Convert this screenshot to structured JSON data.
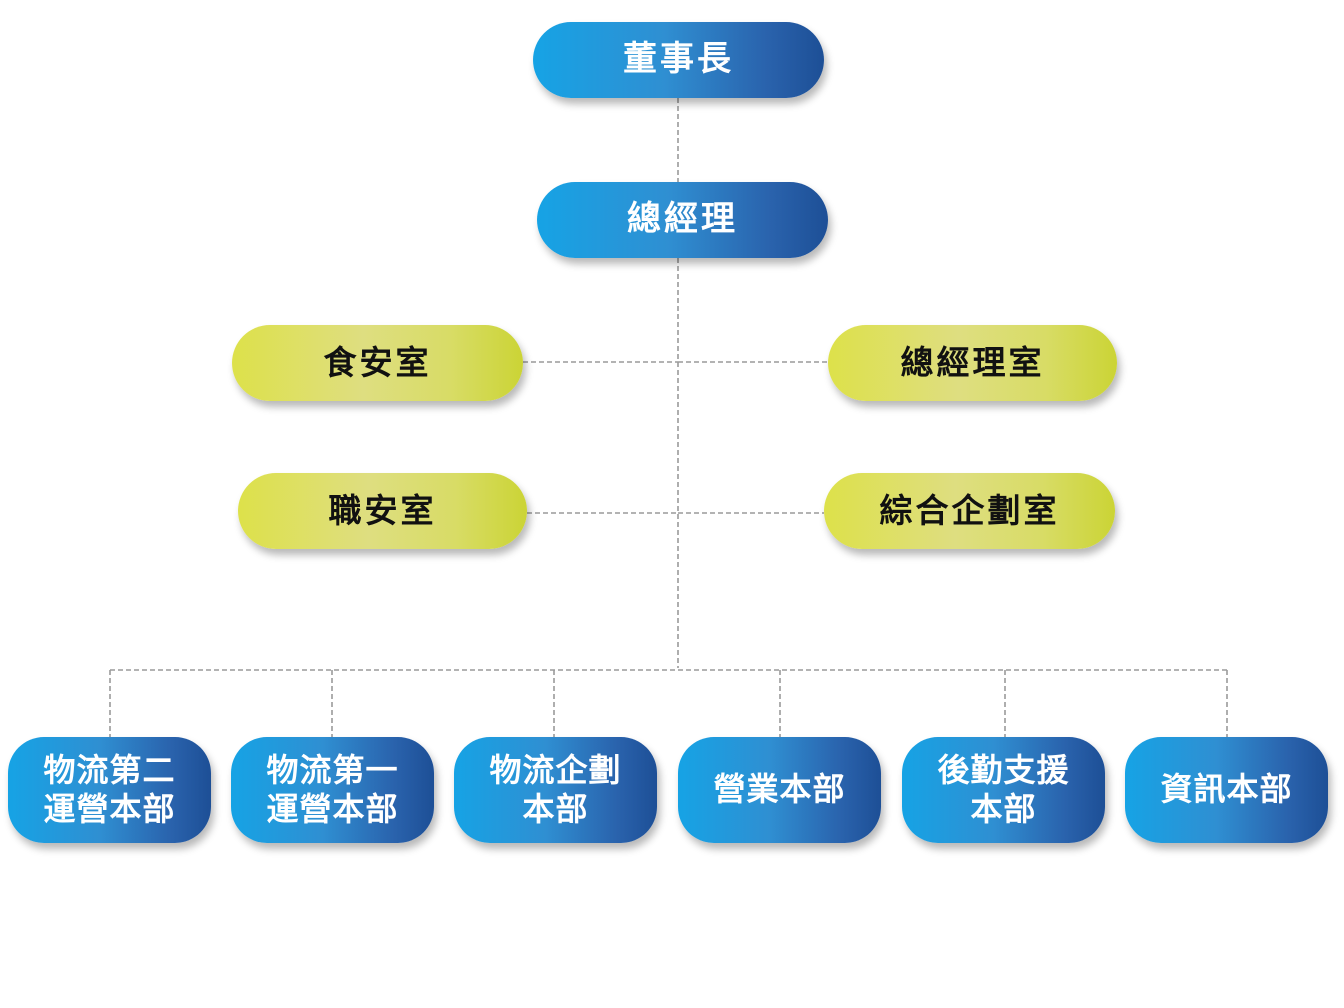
{
  "chairman": "董事長",
  "general_manager": "總經理",
  "offices": {
    "food_safety": "食安室",
    "gm_office": "總經理室",
    "occupational_safety": "職安室",
    "planning_office": "綜合企劃室"
  },
  "divisions": [
    "物流第二\n運營本部",
    "物流第一\n運營本部",
    "物流企劃\n本部",
    "營業本部",
    "後勤支援\n本部",
    "資訊本部"
  ],
  "colors": {
    "blue_start": "#16a3e5",
    "blue_end": "#1d4f96",
    "green_start": "#dde14a",
    "green_end": "#cbd435",
    "connector": "#9a9a9a"
  }
}
